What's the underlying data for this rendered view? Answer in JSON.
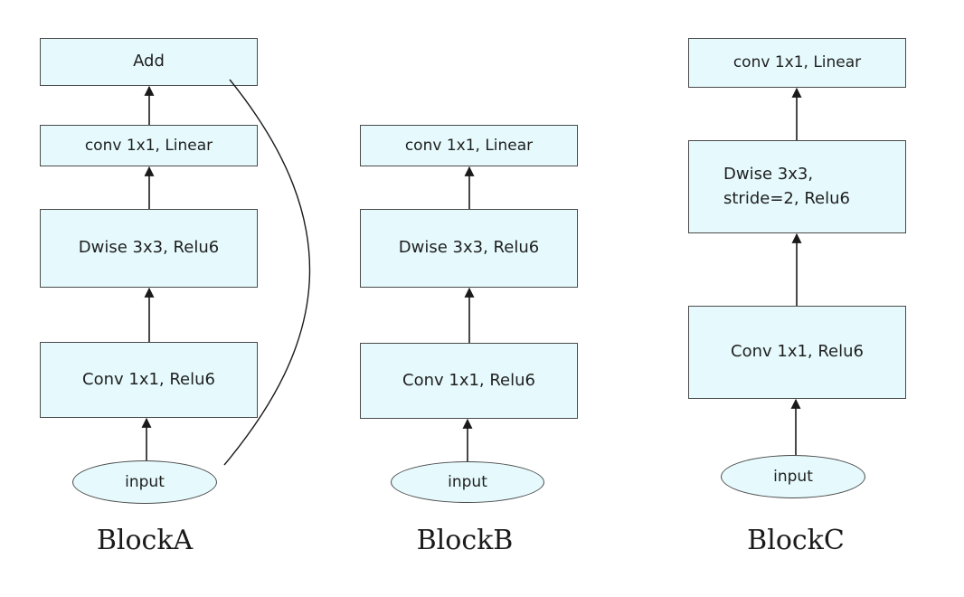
{
  "blocks": {
    "a": {
      "caption": "BlockA",
      "add": "Add",
      "conv_linear": "conv 1x1, Linear",
      "dwise": "Dwise 3x3, Relu6",
      "conv_relu": "Conv 1x1, Relu6",
      "input": "input"
    },
    "b": {
      "caption": "BlockB",
      "conv_linear": "conv 1x1, Linear",
      "dwise": "Dwise 3x3, Relu6",
      "conv_relu": "Conv 1x1, Relu6",
      "input": "input"
    },
    "c": {
      "caption": "BlockC",
      "conv_linear": "conv 1x1, Linear",
      "dwise": "Dwise 3x3,\nstride=2, Relu6",
      "conv_relu": "Conv 1x1, Relu6",
      "input": "input"
    }
  },
  "colors": {
    "box_fill": "#e6fafd",
    "stroke": "#4a4a4a",
    "arrow": "#1a1a1a"
  }
}
